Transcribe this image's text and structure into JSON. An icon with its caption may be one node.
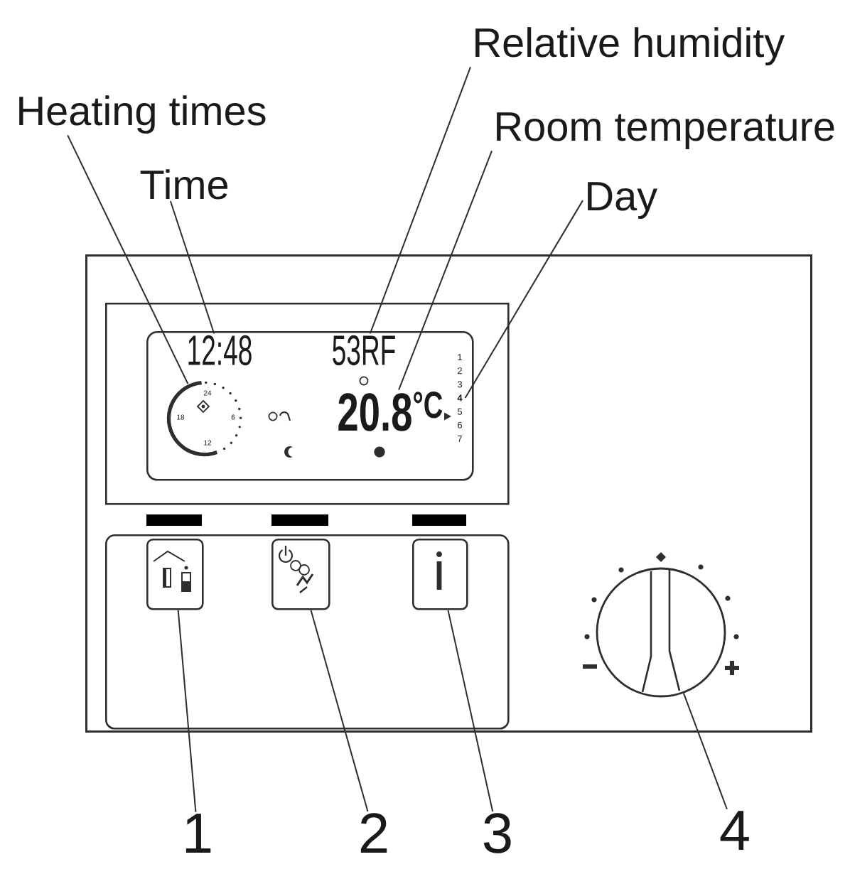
{
  "diagram": {
    "nodes": [
      {
        "text": [
          "Relative humidity"
        ]
      },
      {
        "text": [
          "Heating times"
        ]
      },
      {
        "text": [
          "Room temperature"
        ]
      },
      {
        "text": [
          "Time"
        ]
      },
      {
        "text": [
          "Day"
        ]
      },
      {
        "text": [],
        "shape": "box"
      },
      {
        "text": [],
        "shape": "box",
        "in": 5
      },
      {
        "text": [],
        "shape": "box",
        "in": 6
      },
      {
        "text": [
          "12:48"
        ],
        "in": 7
      },
      {
        "text": [
          "53RF"
        ],
        "in": 7
      },
      {
        "text": [],
        "shape": "picture",
        "in": 7
      },
      {
        "text": [
          "20.8$^{°C}$"
        ],
        "in": 7
      },
      {
        "text": [
          "1 2 3 **4** 5 6 7"
        ],
        "in": 7
      },
      {
        "text": [],
        "shape": "box",
        "in": 5
      },
      {
        "text": [],
        "shape": "box",
        "in": 13
      },
      {
        "text": [],
        "shape": "box",
        "in": 13
      },
      {
        "text": [],
        "shape": "box",
        "in": 13
      },
      {
        "text": [],
        "shape": "circle",
        "in": 5
      },
      {
        "text": [
          "1"
        ]
      },
      {
        "text": [
          "2"
        ]
      },
      {
        "text": [
          "3"
        ]
      },
      {
        "text": [
          "4"
        ]
      }
    ],
    "edges": [
      {
        "from": 1,
        "to": 10,
        "arrow": "none"
      },
      {
        "from": 3,
        "to": 8,
        "arrow": "none"
      },
      {
        "from": 0,
        "to": 9,
        "arrow": "none"
      },
      {
        "from": 2,
        "to": 11,
        "arrow": "none"
      },
      {
        "from": 4,
        "to": 12,
        "arrow": "none"
      },
      {
        "from": 18,
        "to": 14,
        "arrow": "none"
      },
      {
        "from": 19,
        "to": 15,
        "arrow": "none"
      },
      {
        "from": 20,
        "to": 16,
        "arrow": "none"
      },
      {
        "from": 21,
        "to": 17,
        "arrow": "none"
      }
    ],
    "labels": [
      "24",
      "18",
      "6",
      "12"
    ]
  }
}
